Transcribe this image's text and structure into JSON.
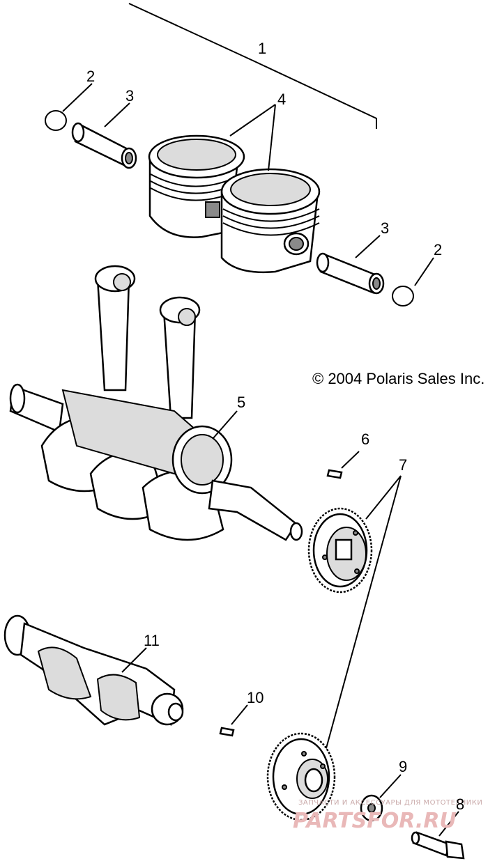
{
  "diagram": {
    "copyright": "© 2004 Polaris Sales Inc.",
    "watermark_small": "ЗАПЧАСТИ И АКСЕССУАРЫ ДЛЯ МОТОТЕХНИКИ",
    "watermark_large": "PARTSFOR.RU",
    "callouts": {
      "c1": "1",
      "c2a": "2",
      "c3a": "3",
      "c4": "4",
      "c3b": "3",
      "c2b": "2",
      "c5": "5",
      "c6": "6",
      "c7": "7",
      "c8": "8",
      "c9": "9",
      "c10": "10",
      "c11": "11"
    }
  }
}
